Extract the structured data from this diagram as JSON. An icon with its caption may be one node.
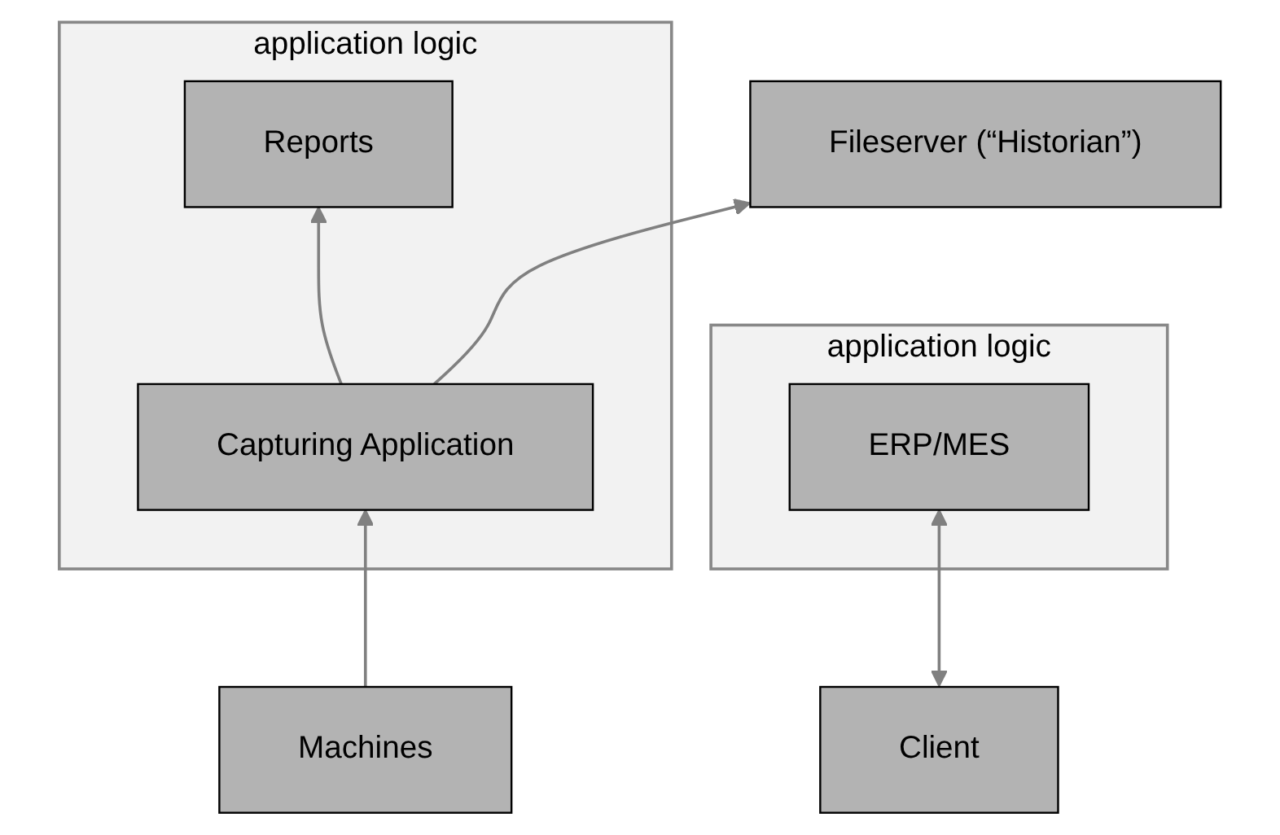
{
  "diagram": {
    "nodes": [
      {
        "text": [
          "application logic"
        ]
      },
      {
        "text": [
          "ERP/MES"
        ],
        "in": 0
      },
      {
        "text": [
          "Fileserver (“Historian”)"
        ]
      },
      {
        "text": [
          "Client"
        ]
      },
      {
        "text": [
          "application logic"
        ]
      },
      {
        "text": [
          "Reports"
        ],
        "in": 4
      },
      {
        "text": [
          "Capturing Application"
        ],
        "in": 4
      },
      {
        "text": [
          "Machines"
        ]
      }
    ],
    "edges": [
      {
        "from": 1,
        "to": 3,
        "arrow": "both"
      },
      {
        "from": 6,
        "to": 2,
        "arrow": "to"
      },
      {
        "from": 6,
        "to": 5,
        "arrow": "to"
      },
      {
        "from": 7,
        "to": 6,
        "arrow": "to"
      }
    ]
  }
}
